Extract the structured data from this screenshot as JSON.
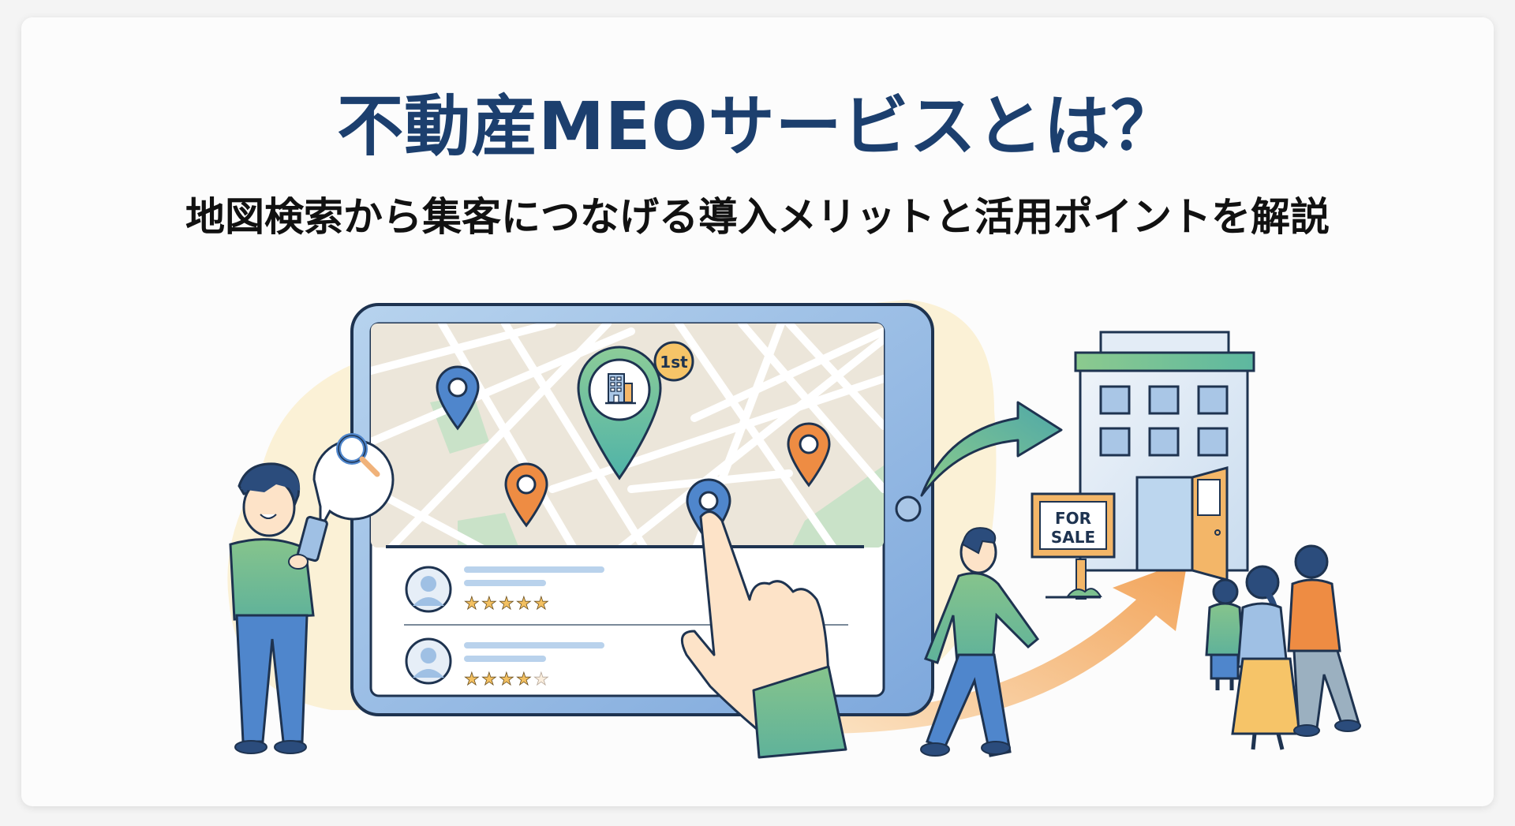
{
  "header": {
    "title": "不動産MEOサービスとは？",
    "subtitle": "地図検索から集客につなげる導入メリットと活用ポイントを解説"
  },
  "illustration": {
    "map_pin_badge": "1st",
    "for_sale_sign": {
      "line1": "FOR",
      "line2": "SALE"
    },
    "reviews": [
      {
        "rating": 5,
        "stars_filled": 5,
        "stars_total": 5
      },
      {
        "rating": 4,
        "stars_filled": 4,
        "stars_total": 5
      }
    ],
    "map_pins": [
      {
        "color": "blue",
        "label": ""
      },
      {
        "color": "green-featured",
        "label": "1st"
      },
      {
        "color": "orange",
        "label": ""
      },
      {
        "color": "orange",
        "label": ""
      },
      {
        "color": "blue-selected",
        "label": ""
      }
    ]
  },
  "colors": {
    "title": "#1c3f6e",
    "subtitle": "#111111",
    "tablet_frame": "#9dbfe3",
    "outline": "#1e3350",
    "map_bg": "#ece6da",
    "park": "#c9e2c8",
    "pin_blue": "#4f86cc",
    "pin_orange": "#ee8c43",
    "pin_green": "#5fb89a",
    "badge": "#f6c468",
    "star": "#f3c061",
    "blob": "#fbf1d6",
    "arrow_green": "#5fb89a",
    "arrow_orange": "#f4b26f",
    "building": "#e3ecf6",
    "building_roof": "#7cc08f",
    "door": "#f3b668"
  }
}
